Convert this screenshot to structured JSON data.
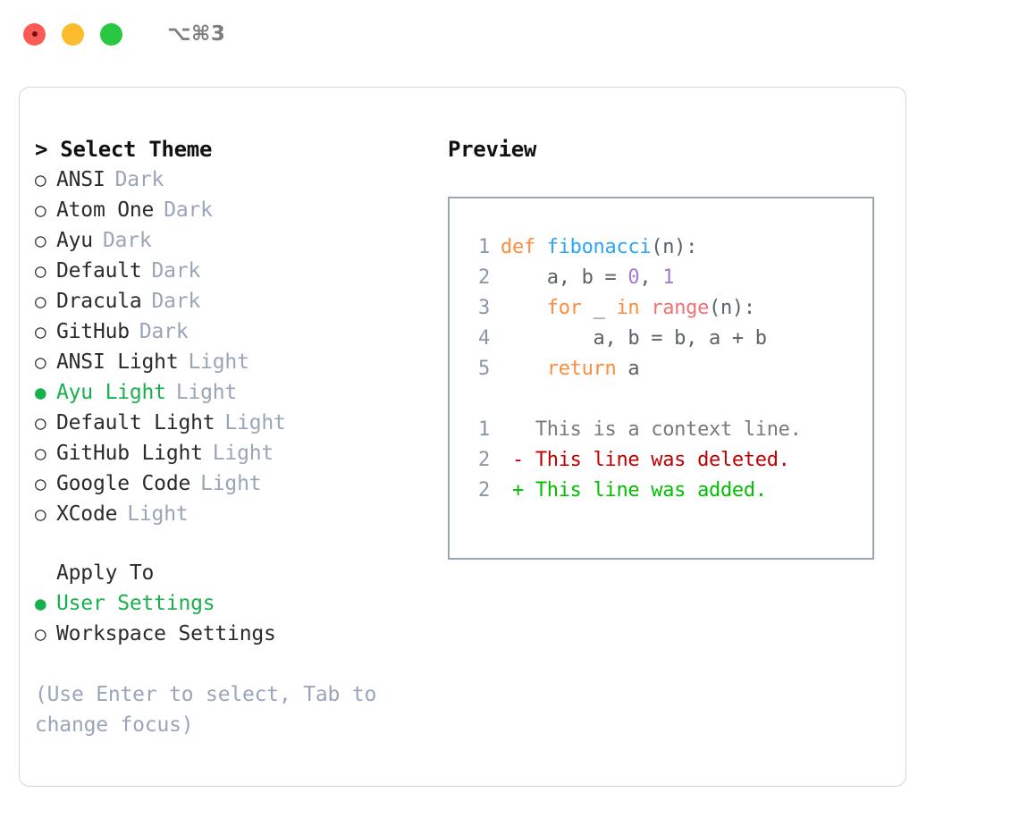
{
  "titlebar": {
    "shortcut": "⌥⌘3",
    "lights": [
      {
        "name": "close",
        "color": "#FB5A55"
      },
      {
        "name": "minimize",
        "color": "#FBBD2E"
      },
      {
        "name": "maximize",
        "color": "#28C840"
      }
    ]
  },
  "theme_picker": {
    "prompt": ">",
    "title": "Select Theme",
    "header": "> Select Theme",
    "selected_theme": "Ayu Light",
    "marker_selected": "●",
    "marker_unselected": "○",
    "items": [
      {
        "name": "ANSI",
        "kind": "Dark",
        "selected": false
      },
      {
        "name": "Atom One",
        "kind": "Dark",
        "selected": false
      },
      {
        "name": "Ayu",
        "kind": "Dark",
        "selected": false
      },
      {
        "name": "Default",
        "kind": "Dark",
        "selected": false
      },
      {
        "name": "Dracula",
        "kind": "Dark",
        "selected": false
      },
      {
        "name": "GitHub",
        "kind": "Dark",
        "selected": false
      },
      {
        "name": "ANSI Light",
        "kind": "Light",
        "selected": false
      },
      {
        "name": "Ayu Light",
        "kind": "Light",
        "selected": true
      },
      {
        "name": "Default Light",
        "kind": "Light",
        "selected": false
      },
      {
        "name": "GitHub Light",
        "kind": "Light",
        "selected": false
      },
      {
        "name": "Google Code",
        "kind": "Light",
        "selected": false
      },
      {
        "name": "XCode",
        "kind": "Light",
        "selected": false
      }
    ]
  },
  "apply_to": {
    "title": "Apply To",
    "selected_option": "User Settings",
    "options": [
      {
        "label": "User Settings",
        "selected": true
      },
      {
        "label": "Workspace Settings",
        "selected": false
      }
    ]
  },
  "hint": "(Use Enter to select, Tab to change focus)",
  "preview": {
    "title": "Preview",
    "code": {
      "lines": [
        {
          "num": "1",
          "tokens": [
            {
              "t": "def ",
              "c": "kw"
            },
            {
              "t": "fibonacci",
              "c": "fn"
            },
            {
              "t": "(n):",
              "c": "plain"
            }
          ]
        },
        {
          "num": "2",
          "tokens": [
            {
              "t": "    a, b = ",
              "c": "plain"
            },
            {
              "t": "0",
              "c": "num"
            },
            {
              "t": ", ",
              "c": "plain"
            },
            {
              "t": "1",
              "c": "num"
            }
          ]
        },
        {
          "num": "3",
          "tokens": [
            {
              "t": "    ",
              "c": "plain"
            },
            {
              "t": "for",
              "c": "kw"
            },
            {
              "t": " _ ",
              "c": "plain"
            },
            {
              "t": "in",
              "c": "kw"
            },
            {
              "t": " ",
              "c": "plain"
            },
            {
              "t": "range",
              "c": "call"
            },
            {
              "t": "(n):",
              "c": "plain"
            }
          ]
        },
        {
          "num": "4",
          "tokens": [
            {
              "t": "        a, b = b, a + b",
              "c": "plain"
            }
          ]
        },
        {
          "num": "5",
          "tokens": [
            {
              "t": "    ",
              "c": "plain"
            },
            {
              "t": "return",
              "c": "kw"
            },
            {
              "t": " a",
              "c": "plain"
            }
          ]
        }
      ]
    },
    "diff": {
      "lines": [
        {
          "num": "1",
          "sign": " ",
          "text": " This is a context line.",
          "kind": "ctx"
        },
        {
          "num": "2",
          "sign": "-",
          "text": " This line was deleted.",
          "kind": "del"
        },
        {
          "num": "2",
          "sign": "+",
          "text": " This line was added.",
          "kind": "add"
        }
      ]
    }
  },
  "colors": {
    "accent_green": "#17B14B",
    "muted": "#9AA5B8",
    "panel_border": "#9AA5B4",
    "keyword": "#FA8D3E",
    "function": "#2BA6F7",
    "number": "#A37ACC",
    "call": "#F07171",
    "diff_add": "#00BF00",
    "diff_del": "#C00000"
  }
}
